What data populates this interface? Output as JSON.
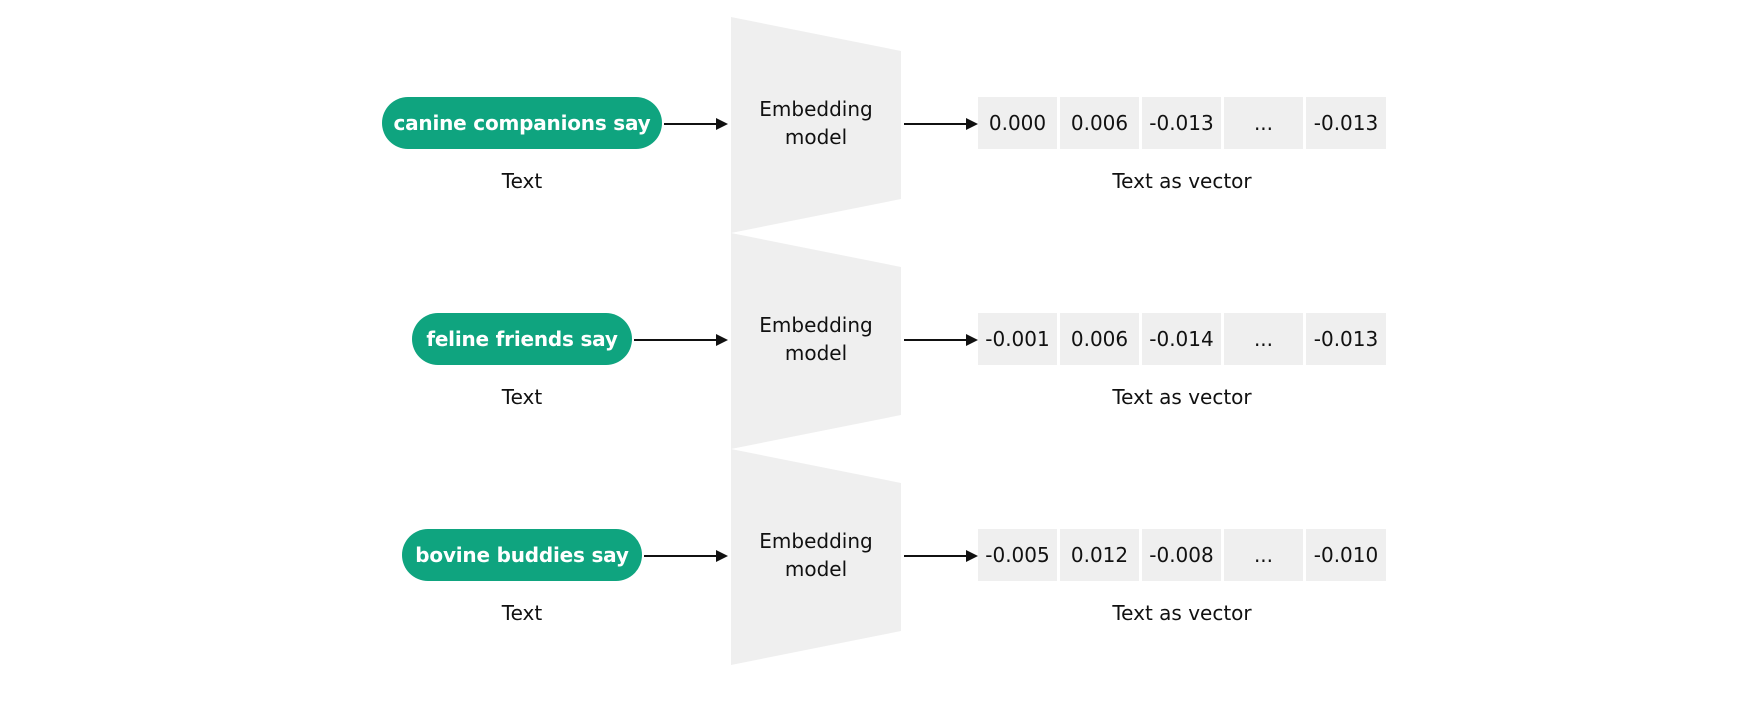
{
  "diagram": {
    "colors": {
      "pill": "#0fa47f",
      "model": "#efefef",
      "cell": "#efefef",
      "arrow": "#111111"
    },
    "rows": [
      {
        "input": "canine companions say",
        "input_caption": "Text",
        "model_line1": "Embedding",
        "model_line2": "model",
        "vector": [
          "0.000",
          "0.006",
          "-0.013",
          "...",
          "-0.013"
        ],
        "vector_caption": "Text as vector"
      },
      {
        "input": "feline friends say",
        "input_caption": "Text",
        "model_line1": "Embedding",
        "model_line2": "model",
        "vector": [
          "-0.001",
          "0.006",
          "-0.014",
          "...",
          "-0.013"
        ],
        "vector_caption": "Text as vector"
      },
      {
        "input": "bovine buddies say",
        "input_caption": "Text",
        "model_line1": "Embedding",
        "model_line2": "model",
        "vector": [
          "-0.005",
          "0.012",
          "-0.008",
          "...",
          "-0.010"
        ],
        "vector_caption": "Text as vector"
      }
    ]
  }
}
